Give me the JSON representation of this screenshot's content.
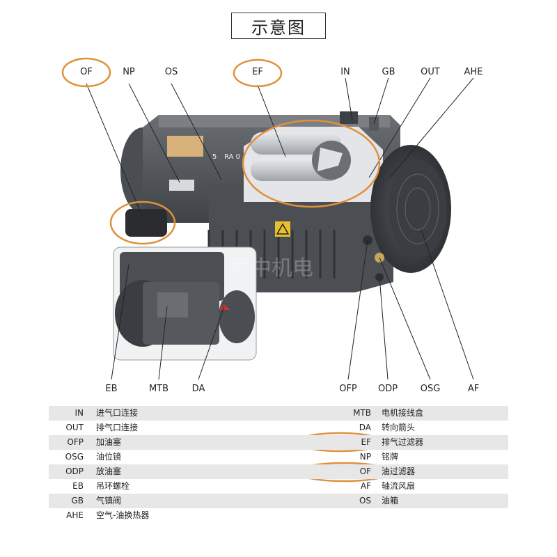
{
  "title": "示意图",
  "watermark": "罗中机电",
  "pump_nameplate": {
    "model_number": "5",
    "model_text": "RA 0"
  },
  "labels_top": [
    "OF",
    "NP",
    "OS",
    "EF",
    "IN",
    "GB",
    "OUT",
    "AHE"
  ],
  "labels_bottom": [
    "EB",
    "MTB",
    "DA",
    "OFP",
    "ODP",
    "OSG",
    "AF"
  ],
  "legend": [
    {
      "code": "IN",
      "desc": "进气口连接",
      "code2": "MTB",
      "desc2": "电机接线盒"
    },
    {
      "code": "OUT",
      "desc": "排气口连接",
      "code2": "DA",
      "desc2": "转向箭头"
    },
    {
      "code": "OFP",
      "desc": "加油塞",
      "code2": "EF",
      "desc2": "排气过滤器"
    },
    {
      "code": "OSG",
      "desc": "油位镜",
      "code2": "NP",
      "desc2": "铭牌"
    },
    {
      "code": "ODP",
      "desc": "放油塞",
      "code2": "OF",
      "desc2": "油过滤器"
    },
    {
      "code": "EB",
      "desc": "吊环螺栓",
      "code2": "AF",
      "desc2": "轴流风扇"
    },
    {
      "code": "GB",
      "desc": "气镇阀",
      "code2": "OS",
      "desc2": "油箱"
    },
    {
      "code": "AHE",
      "desc": "空气-油换热器",
      "code2": "",
      "desc2": ""
    }
  ],
  "highlight_color": "#e0903a"
}
